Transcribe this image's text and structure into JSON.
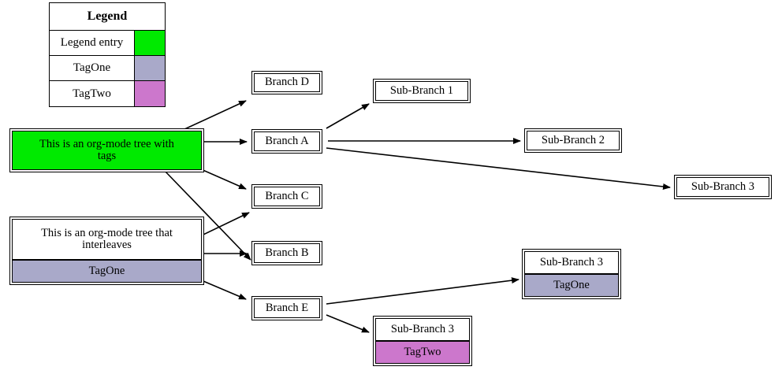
{
  "diagram": {
    "kind": "org-mode tag tree",
    "colors": {
      "legend_entry": "#00ea00",
      "tag_one": "#a9a9c9",
      "tag_two": "#cc77cc",
      "edge": "#000000",
      "border": "#000000",
      "background": "#ffffff"
    }
  },
  "legend": {
    "title": "Legend",
    "rows": [
      {
        "label": "Legend entry",
        "color": "#00ea00"
      },
      {
        "label": "TagOne",
        "color": "#a9a9c9"
      },
      {
        "label": "TagTwo",
        "color": "#cc77cc"
      }
    ]
  },
  "nodes": {
    "root_tags": {
      "label": "This is an org-mode tree with\ntags",
      "fill": "#00ea00"
    },
    "root_interleaves": {
      "label": "This is an org-mode tree that\ninterleaves",
      "tag": "TagOne",
      "tag_fill": "#a9a9c9"
    },
    "branch_d": {
      "label": "Branch D"
    },
    "branch_a": {
      "label": "Branch A"
    },
    "branch_c": {
      "label": "Branch C"
    },
    "branch_b": {
      "label": "Branch B"
    },
    "branch_e": {
      "label": "Branch E"
    },
    "sub1": {
      "label": "Sub-Branch 1"
    },
    "sub2": {
      "label": "Sub-Branch 2"
    },
    "sub3_plain": {
      "label": "Sub-Branch 3"
    },
    "sub3_tagone": {
      "label": "Sub-Branch 3",
      "tag": "TagOne",
      "tag_fill": "#a9a9c9"
    },
    "sub3_tagtwo": {
      "label": "Sub-Branch 3",
      "tag": "TagTwo",
      "tag_fill": "#cc77cc"
    }
  },
  "edges": [
    {
      "from": "root_tags",
      "to": "branch_d"
    },
    {
      "from": "root_tags",
      "to": "branch_a"
    },
    {
      "from": "root_tags",
      "to": "branch_c"
    },
    {
      "from": "root_tags",
      "to": "branch_b"
    },
    {
      "from": "root_interleaves",
      "to": "branch_c"
    },
    {
      "from": "root_interleaves",
      "to": "branch_b"
    },
    {
      "from": "root_interleaves",
      "to": "branch_e"
    },
    {
      "from": "branch_a",
      "to": "sub1"
    },
    {
      "from": "branch_a",
      "to": "sub2"
    },
    {
      "from": "branch_a",
      "to": "sub3_plain"
    },
    {
      "from": "branch_e",
      "to": "sub3_tagone"
    },
    {
      "from": "branch_e",
      "to": "sub3_tagtwo"
    }
  ]
}
